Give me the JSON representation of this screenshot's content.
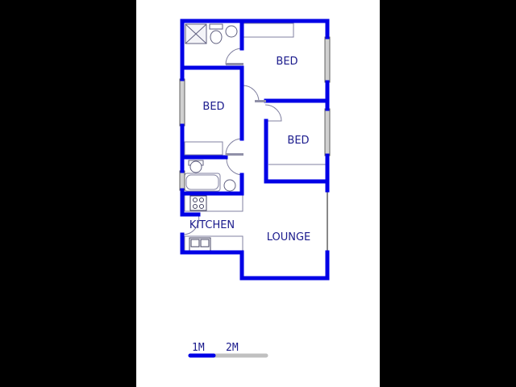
{
  "floorplan": {
    "rooms": [
      {
        "id": "bed1",
        "label": "BED"
      },
      {
        "id": "bed2",
        "label": "BED"
      },
      {
        "id": "bed3",
        "label": "BED"
      },
      {
        "id": "kitchen",
        "label": "KITCHEN"
      },
      {
        "id": "lounge",
        "label": "LOUNGE"
      }
    ],
    "scale": {
      "label_1": "1M",
      "label_2": "2M"
    },
    "colors": {
      "wall": "#0000e6",
      "text": "#1a1a8c",
      "fixture": "#8080a0",
      "background": "#ffffff",
      "margin": "#000000",
      "scale_grey": "#c0c0c0"
    }
  }
}
